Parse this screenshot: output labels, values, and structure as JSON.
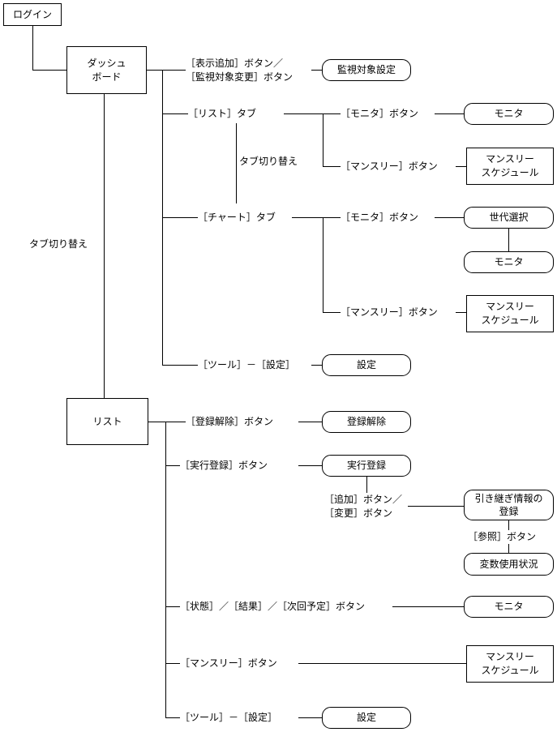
{
  "screens": {
    "login": "ログイン",
    "dashboard": "ダッシュ\nボード",
    "monitor_settings": "監視対象設定",
    "monitor_1": "モニタ",
    "monthly_1": "マンスリー\nスケジュール",
    "generation_select": "世代選択",
    "monitor_2": "モニタ",
    "monthly_2": "マンスリー\nスケジュール",
    "settings_1": "設定",
    "list": "リスト",
    "unregister": "登録解除",
    "exec_register": "実行登録",
    "handover_register": "引き継ぎ情報の\n登録",
    "var_usage": "変数使用状況",
    "monitor_3": "モニタ",
    "monthly_3": "マンスリー\nスケジュール",
    "settings_2": "設定"
  },
  "labels": {
    "display_add": "［表示追加］ボタン／\n［監視対象変更］ボタン",
    "list_tab": "［リスト］タブ",
    "tab_switch_inner": "タブ切り替え",
    "monitor_btn_1": "［モニタ］ボタン",
    "monthly_btn_1": "［マンスリー］ボタン",
    "chart_tab": "［チャート］タブ",
    "monitor_btn_2": "［モニタ］ボタン",
    "monthly_btn_2": "［マンスリー］ボタン",
    "tools_settings_1": "［ツール］－［設定］",
    "tab_switch_outer": "タブ切り替え",
    "unregister_btn": "［登録解除］ボタン",
    "exec_register_btn": "［実行登録］ボタン",
    "add_change_btn": "［追加］ボタン／\n［変更］ボタン",
    "reference_btn": "［参照］ボタン",
    "status_btn": "［状態］／［結果］／［次回予定］ボタン",
    "monthly_btn_3": "［マンスリー］ボタン",
    "tools_settings_2": "［ツール］－［設定］"
  }
}
